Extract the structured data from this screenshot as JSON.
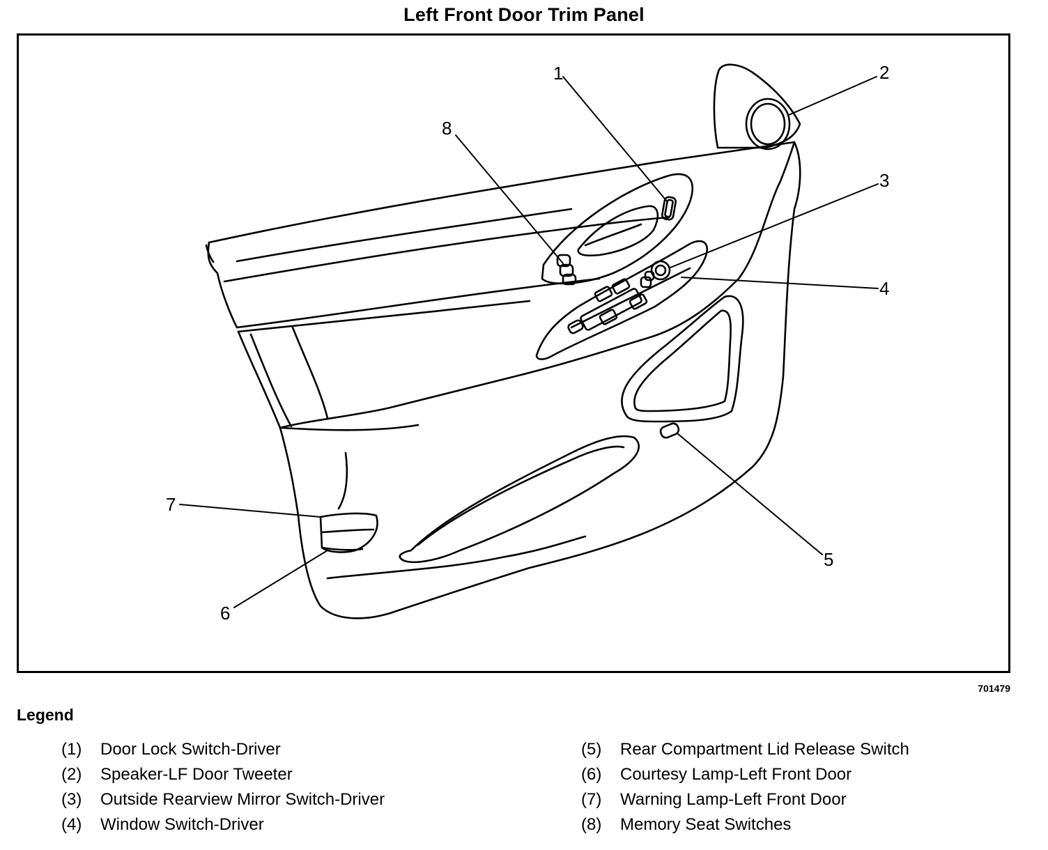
{
  "title": "Left Front Door Trim Panel",
  "figure_id": "701479",
  "legend_title": "Legend",
  "callouts": [
    "1",
    "2",
    "3",
    "4",
    "5",
    "6",
    "7",
    "8"
  ],
  "legend": [
    {
      "num": "(1)",
      "label": "Door Lock Switch-Driver"
    },
    {
      "num": "(2)",
      "label": "Speaker-LF Door Tweeter"
    },
    {
      "num": "(3)",
      "label": "Outside Rearview Mirror Switch-Driver"
    },
    {
      "num": "(4)",
      "label": "Window Switch-Driver"
    },
    {
      "num": "(5)",
      "label": "Rear Compartment Lid Release Switch"
    },
    {
      "num": "(6)",
      "label": "Courtesy Lamp-Left Front Door"
    },
    {
      "num": "(7)",
      "label": "Warning Lamp-Left Front Door"
    },
    {
      "num": "(8)",
      "label": "Memory Seat Switches"
    }
  ]
}
